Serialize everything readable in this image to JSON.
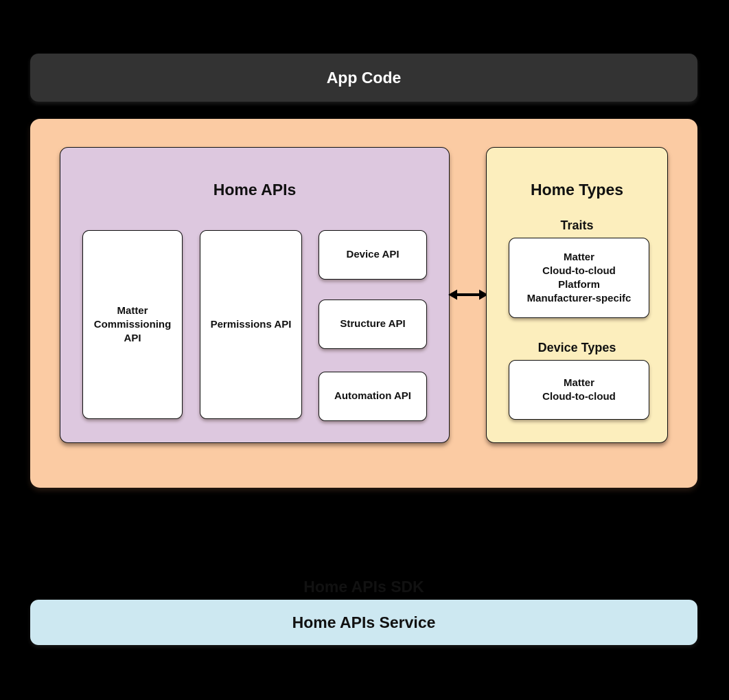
{
  "app_code": {
    "label": "App Code"
  },
  "sdk": {
    "label": "Home APIs SDK",
    "home_apis": {
      "title": "Home APIs",
      "cards": {
        "matter_commissioning": "Matter\nCommissioning\nAPI",
        "permissions": "Permissions API",
        "device": "Device API",
        "structure": "Structure API",
        "automation": "Automation API"
      }
    },
    "home_types": {
      "title": "Home Types",
      "traits_label": "Traits",
      "traits_items": "Matter\nCloud-to-cloud\nPlatform\nManufacturer-specifc",
      "device_types_label": "Device Types",
      "device_types_items": "Matter\nCloud-to-cloud"
    }
  },
  "service": {
    "label": "Home APIs Service"
  },
  "icons": {
    "arrow": "bidirectional-arrow"
  },
  "colors": {
    "page_background": "#000000",
    "app_code_bg": "#333333",
    "sdk_bg": "#FBCBA3",
    "home_apis_bg": "#DDC8DF",
    "home_types_bg": "#FCEEBD",
    "service_bg": "#CDE8F1",
    "card_bg": "#FFFFFF",
    "text_dark": "#111111",
    "text_light": "#FFFFFF"
  }
}
